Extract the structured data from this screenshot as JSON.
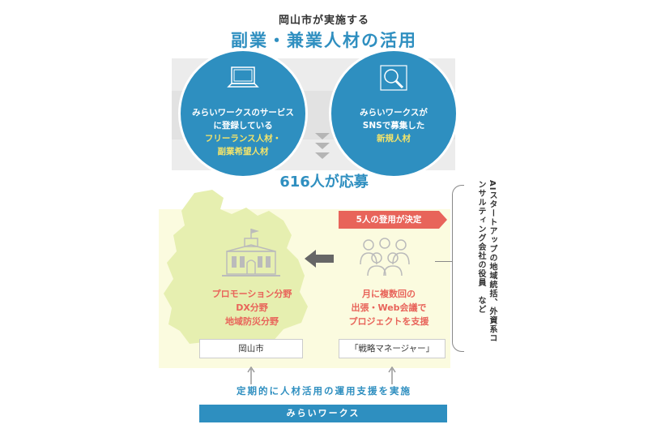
{
  "header": {
    "subtitle": "岡山市が実施する",
    "title": "副業・兼業人材の活用"
  },
  "circle_left": {
    "line1": "みらいワークスのサービス",
    "line2": "に登録している",
    "line3": "フリーランス人材・",
    "line4": "副業希望人材",
    "icon": "laptop-icon"
  },
  "circle_right": {
    "line1": "みらいワークスが",
    "line2": "SNSで募集した",
    "line3": "新規人材",
    "icon": "magnifier-icon"
  },
  "result": "616人が応募",
  "selected_label": "5人の登用が決定",
  "city": {
    "fields": [
      "プロモーション分野",
      "DX分野",
      "地域防災分野"
    ],
    "name": "岡山市",
    "icon": "city-hall-icon"
  },
  "manager": {
    "desc": [
      "月に複数回の",
      "出張・Web会議で",
      "プロジェクトを支援"
    ],
    "role": "「戦略マネージャー」",
    "icon": "people-group-icon"
  },
  "vertical_note": "AIスタートアップの地域統括、外資系コンサルティング会社の役員　など",
  "support_text": "定期的に人材活用の運用支援を実施",
  "mirai_bar": "みらいワークス",
  "colors": {
    "blue": "#2e8fc0",
    "red": "#e8645a",
    "yellow_highlight": "#f4e46a",
    "map_green": "#e6efb0"
  }
}
